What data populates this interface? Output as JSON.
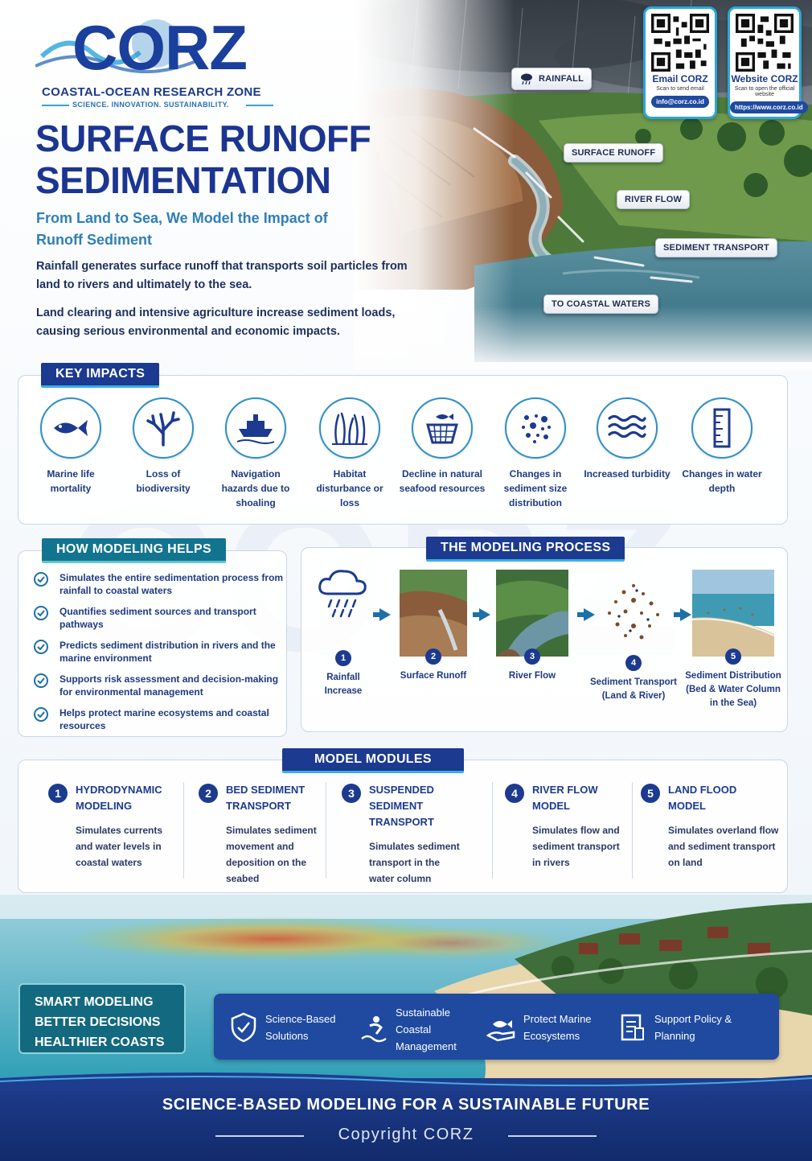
{
  "brand": {
    "logo_text": "CORZ",
    "org_name": "COASTAL-OCEAN RESEARCH ZONE",
    "tagline": "SCIENCE. INNOVATION. SUSTAINABILITY."
  },
  "qr": {
    "email": {
      "title": "Email CORZ",
      "hint": "Scan to send email",
      "button": "info@corz.co.id"
    },
    "website": {
      "title": "Website CORZ",
      "hint": "Scan to open the official website",
      "button": "https://www.corz.co.id"
    }
  },
  "hero": {
    "title_line1": "SURFACE RUNOFF",
    "title_line2": "SEDIMENTATION",
    "subtitle": "From Land to Sea, We Model the Impact of Runoff Sediment",
    "para1": "Rainfall generates surface runoff that transports soil particles from land to rivers and ultimately to the sea.",
    "para2": "Land clearing and intensive agriculture increase sediment loads, causing serious environmental and economic impacts.",
    "labels": [
      "RAINFALL",
      "SURFACE RUNOFF",
      "RIVER FLOW",
      "SEDIMENT TRANSPORT",
      "TO COASTAL WATERS"
    ]
  },
  "key_impacts": {
    "heading": "KEY IMPACTS",
    "items": [
      {
        "label": "Marine life mortality",
        "icon": "fish-icon"
      },
      {
        "label": "Loss of biodiversity",
        "icon": "coral-icon"
      },
      {
        "label": "Navigation hazards due to shoaling",
        "icon": "ship-icon"
      },
      {
        "label": "Habitat disturbance or loss",
        "icon": "seagrass-icon"
      },
      {
        "label": "Decline in natural seafood resources",
        "icon": "fish-basket-icon"
      },
      {
        "label": "Changes in sediment size distribution",
        "icon": "particles-icon"
      },
      {
        "label": "Increased turbidity",
        "icon": "waves-icon"
      },
      {
        "label": "Changes in water depth",
        "icon": "depth-gauge-icon"
      }
    ]
  },
  "how_modeling": {
    "heading": "HOW MODELING HELPS",
    "items": [
      "Simulates the entire sedimentation process from rainfall to coastal waters",
      "Quantifies sediment sources and transport pathways",
      "Predicts sediment distribution in rivers and the marine environment",
      "Supports risk assessment and decision-making for environmental management",
      "Helps protect marine ecosystems and coastal resources"
    ]
  },
  "process": {
    "heading": "THE MODELING PROCESS",
    "steps": [
      {
        "num": "1",
        "label": "Rainfall Increase"
      },
      {
        "num": "2",
        "label": "Surface Runoff"
      },
      {
        "num": "3",
        "label": "River Flow"
      },
      {
        "num": "4",
        "label": "Sediment Transport (Land & River)"
      },
      {
        "num": "5",
        "label": "Sediment Distribution (Bed & Water Column in the Sea)"
      }
    ]
  },
  "modules": {
    "heading": "MODEL MODULES",
    "items": [
      {
        "num": "1",
        "title": "HYDRODYNAMIC MODELING",
        "desc": "Simulates currents and water levels in coastal waters"
      },
      {
        "num": "2",
        "title": "BED SEDIMENT TRANSPORT",
        "desc": "Simulates sediment movement and deposition on the seabed"
      },
      {
        "num": "3",
        "title": "SUSPENDED SEDIMENT TRANSPORT",
        "desc": "Simulates sediment transport in the water column"
      },
      {
        "num": "4",
        "title": "RIVER FLOW MODEL",
        "desc": "Simulates flow and sediment transport in rivers"
      },
      {
        "num": "5",
        "title": "LAND FLOOD MODEL",
        "desc": "Simulates overland flow and sediment transport on land"
      }
    ]
  },
  "smart": [
    "SMART MODELING",
    "BETTER DECISIONS",
    "HEALTHIER COASTS"
  ],
  "benefits": [
    {
      "label": "Science-Based Solutions",
      "icon": "shield-check-icon"
    },
    {
      "label": "Sustainable Coastal Management",
      "icon": "wave-person-icon"
    },
    {
      "label": "Protect Marine Ecosystems",
      "icon": "hand-fish-icon"
    },
    {
      "label": "Support Policy & Planning",
      "icon": "policy-doc-icon"
    }
  ],
  "footer": {
    "slogan": "SCIENCE-BASED MODELING FOR A SUSTAINABLE FUTURE",
    "copyright": "Copyright CORZ"
  },
  "colors": {
    "navy": "#1c3a8f",
    "teal": "#13748f",
    "accent": "#2d8fc7"
  }
}
